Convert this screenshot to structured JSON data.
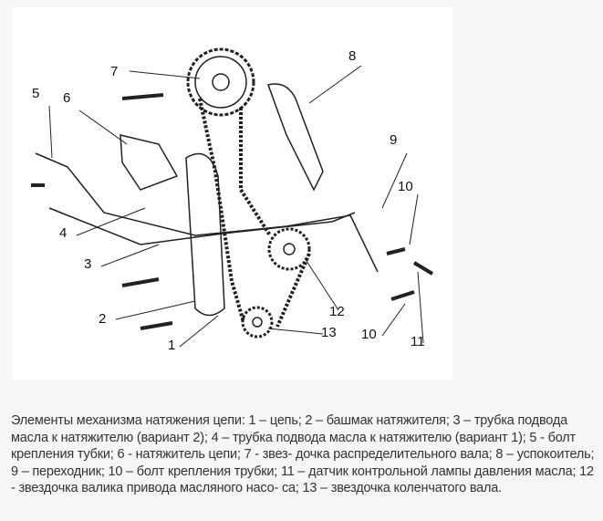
{
  "figure": {
    "callouts": [
      "1",
      "2",
      "3",
      "4",
      "5",
      "6",
      "7",
      "8",
      "9",
      "10",
      "10",
      "11",
      "12",
      "13"
    ]
  },
  "caption": "Элементы механизма натяжения цепи: 1 – цепь; 2 – башмак натяжителя; 3 – трубка подвода масла к натяжителю (вариант 2); 4 – трубка подвода масла к натяжителю (вариант 1); 5 - болт крепления тубки; 6 - натяжитель цепи; 7 - звез- дочка распределительного вала; 8 – успокоитель; 9 – переходник; 10 – болт крепления трубки; 11 – датчик контрольной лампы давления масла; 12 - звездочка валика привода масляного насо- са; 13 – звездочка коленчатого вала."
}
